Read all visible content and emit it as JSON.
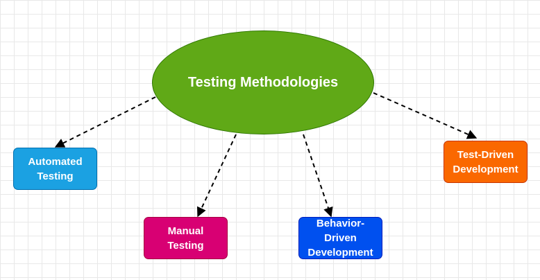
{
  "diagram": {
    "central": {
      "label": "Testing Methodologies",
      "color": "#60a917"
    },
    "nodes": [
      {
        "id": "automated-testing",
        "lines": [
          "Automated",
          "Testing"
        ],
        "color": "#1ba1e2"
      },
      {
        "id": "manual-testing",
        "lines": [
          "Manual",
          "Testing"
        ],
        "color": "#d80073"
      },
      {
        "id": "behavior-driven-development",
        "lines": [
          "Behavior-",
          "Driven",
          "Development"
        ],
        "color": "#0050ef"
      },
      {
        "id": "test-driven-development",
        "lines": [
          "Test-Driven",
          "Development"
        ],
        "color": "#fa6800"
      }
    ],
    "edges": [
      {
        "from": "central",
        "to": "automated-testing",
        "style": "dashed"
      },
      {
        "from": "central",
        "to": "manual-testing",
        "style": "dashed"
      },
      {
        "from": "central",
        "to": "behavior-driven-development",
        "style": "dashed"
      },
      {
        "from": "central",
        "to": "test-driven-development",
        "style": "dashed"
      }
    ]
  }
}
